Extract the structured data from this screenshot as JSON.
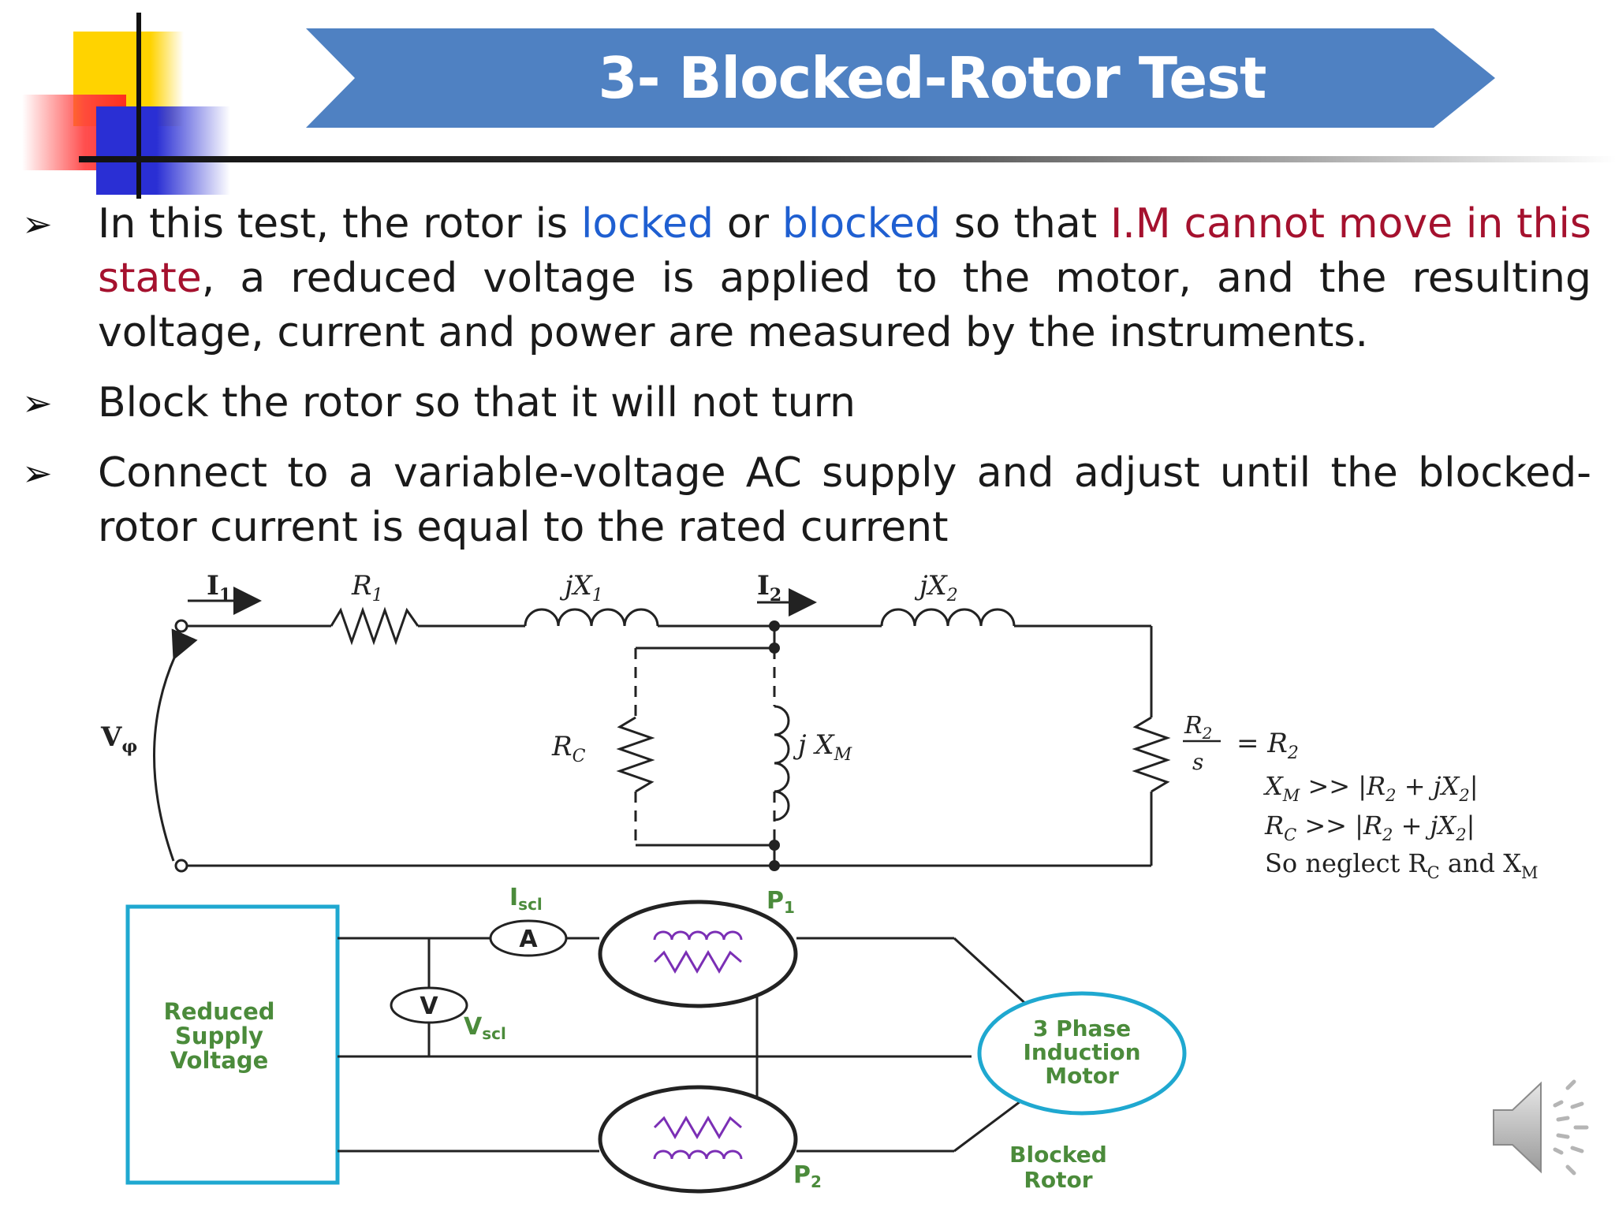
{
  "title": "3- Blocked-Rotor Test",
  "bullet_glyph": "➢",
  "bullets": [
    {
      "t1": "In this test, the rotor is ",
      "t2": "locked",
      "t3": " or ",
      "t4": "blocked",
      "t5": " so that ",
      "t6": "I.M cannot move in this state",
      "t7": ", a reduced voltage is applied to the motor, and the resulting voltage, current and power are measured by the instruments."
    },
    {
      "text": "Block the rotor so that it will not turn"
    },
    {
      "text": "Connect to a variable-voltage AC supply and adjust until the blocked-rotor current is equal to the rated current"
    }
  ],
  "equivalent_circuit": {
    "I1": "I",
    "I1_sub": "1",
    "R1": "R",
    "R1_sub": "1",
    "jX1": "jX",
    "jX1_sub": "1",
    "I2": "I",
    "I2_sub": "2",
    "jX2": "jX",
    "jX2_sub": "2",
    "V": "V",
    "V_sub": "φ",
    "RC": "R",
    "RC_sub": "C",
    "jXM": "j X",
    "jXM_sub": "M",
    "R2s_num": "R",
    "R2s_num_sub": "2",
    "R2s_den": "s",
    "R2s_eq": "= R",
    "R2s_eq_sub": "2",
    "cond1_a": "X",
    "cond1_a_sub": "M",
    "cond1_b": " >> |R",
    "cond1_b_sub": "2",
    "cond1_c": " + jX",
    "cond1_c_sub": "2",
    "cond1_d": "|",
    "cond2_a": "R",
    "cond2_a_sub": "C",
    "cond2_b": " >> |R",
    "cond2_b_sub": "2",
    "cond2_c": " + jX",
    "cond2_c_sub": "2",
    "cond2_d": "|",
    "cond3_a": "So neglect R",
    "cond3_a_sub": "C",
    "cond3_b": " and X",
    "cond3_b_sub": "M"
  },
  "test_setup": {
    "supply_line1": "Reduced",
    "supply_line2": "Supply",
    "supply_line3": "Voltage",
    "ammeter": "A",
    "voltmeter": "V",
    "isc": "I",
    "isc_sub": "scl",
    "vsc": "V",
    "vsc_sub": "scl",
    "p1": "P",
    "p1_sub": "1",
    "p2": "P",
    "p2_sub": "2",
    "motor_line1": "3 Phase",
    "motor_line2": "Induction",
    "motor_line3": "Motor",
    "rotor_line1": "Blocked",
    "rotor_line2": "Rotor"
  },
  "colors": {
    "banner": "#4f81c2",
    "highlight_blue": "#1f5fd1",
    "highlight_red": "#a5112e",
    "setup_teal": "#1fa8d0",
    "setup_text": "#4b8b3b",
    "coil": "#7b2fb5"
  },
  "icons": [
    "speaker-icon"
  ]
}
